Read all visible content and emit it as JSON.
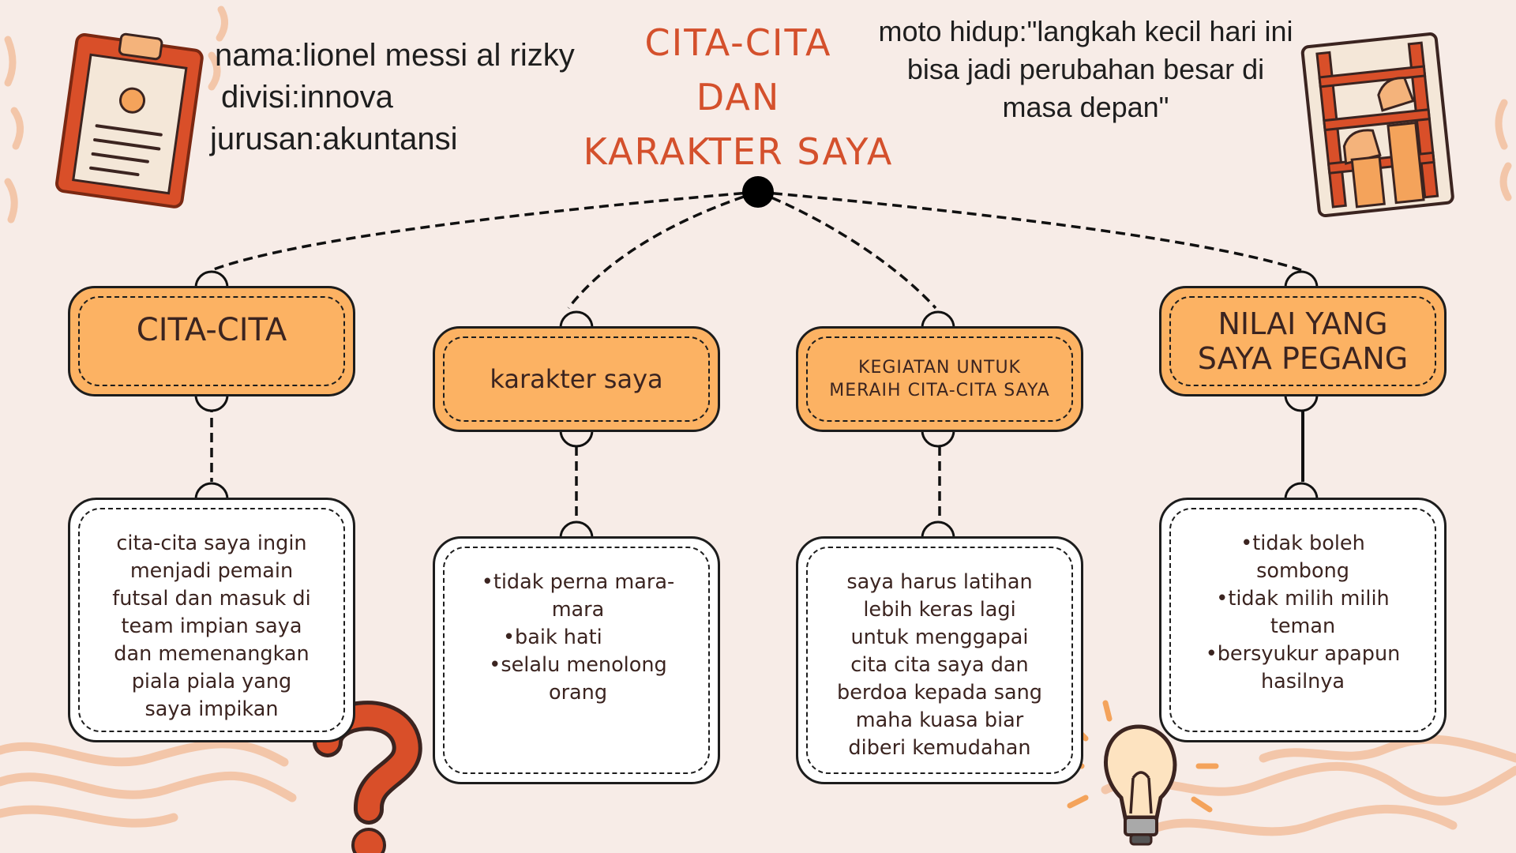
{
  "profile": {
    "name_line": "nama:lionel messi al rizky",
    "division_line": "divisi:innova",
    "major_line": "jurusan:akuntansi"
  },
  "title": {
    "line1": "CITA-CITA",
    "line2": "DAN",
    "line3": "KARAKTER SAYA"
  },
  "motto": "moto hidup:\"langkah kecil hari ini bisa jadi perubahan besar di masa depan\"",
  "branches": [
    {
      "header": "CITA-CITA",
      "lines": [
        "cita-cita saya ingin",
        "menjadi pemain",
        "futsal dan masuk di",
        "team impian saya",
        "dan memenangkan",
        "piala piala yang",
        "saya impikan"
      ]
    },
    {
      "header": "karakter saya",
      "lines": [
        "•tidak perna mara-",
        "mara",
        "•baik hati",
        "•selalu menolong",
        "orang"
      ]
    },
    {
      "header": "KEGIATAN UNTUK MERAIH CITA-CITA SAYA",
      "lines": [
        "saya harus latihan",
        "lebih keras lagi",
        "untuk menggapai",
        "cita cita saya dan",
        "berdoa kepada sang",
        "maha kuasa biar",
        "diberi kemudahan"
      ]
    },
    {
      "header": "NILAI YANG SAYA PEGANG",
      "lines": [
        "•tidak boleh",
        "sombong",
        "•tidak milih milih",
        "teman",
        "•bersyukur apapun",
        "hasilnya"
      ]
    }
  ],
  "icons": [
    "clipboard-icon",
    "ladder-hands-icon",
    "question-mark-icon",
    "light-bulb-icon"
  ],
  "colors": {
    "accent": "#fcb263",
    "title": "#d4502c",
    "background": "#f7ece7",
    "outline": "#1d1d1d"
  }
}
